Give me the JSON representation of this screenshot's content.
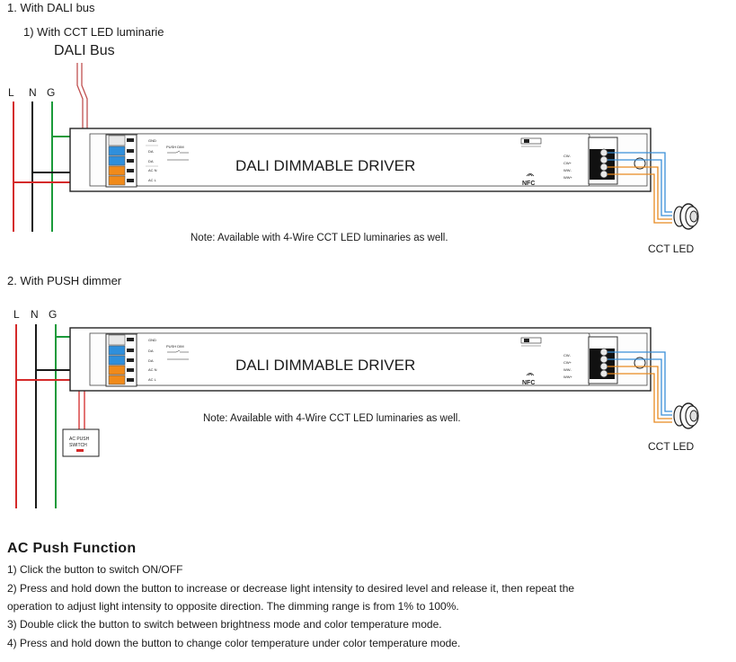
{
  "section1": {
    "heading": "1. With DALI bus",
    "subheading": "1) With CCT LED luminarie",
    "bus_label": "DALI Bus",
    "l_label": "L",
    "n_label": "N",
    "g_label": "G",
    "driver_label": "DALI DIMMABLE DRIVER",
    "note": "Note: Available with 4-Wire CCT LED luminaries as well.",
    "led_label": "CCT LED"
  },
  "section2": {
    "heading": "2. With PUSH dimmer",
    "l_label": "L",
    "n_label": "N",
    "g_label": "G",
    "driver_label": "DALI DIMMABLE DRIVER",
    "note": "Note: Available with 4-Wire CCT LED luminaries as well.",
    "led_label": "CCT LED",
    "switch_label_1": "AC PUSH",
    "switch_label_2": "SWITCH"
  },
  "driver": {
    "left_terminals": [
      "GND",
      "DA",
      "DA",
      "AC N",
      "AC L"
    ],
    "right_terminals": [
      "CW-",
      "CW+",
      "WW-",
      "WW+"
    ],
    "push_dim_label": "PUSH DIM",
    "nfc_label": "NFC"
  },
  "ac_push": {
    "title": "AC Push Function",
    "steps": [
      "1) Click the button to switch ON/OFF",
      "2) Press and hold down the button to increase or decrease light intensity to desired level and release it, then repeat the",
      "operation to adjust light intensity to opposite direction. The dimming range is from 1% to 100%.",
      "3) Double click the button to switch between brightness mode and color temperature mode.",
      "4) Press and hold down the button to change color temperature under color temperature mode."
    ]
  },
  "colors": {
    "live": "#d42a2a",
    "neutral": "#1a1a1a",
    "ground": "#1a9a3a",
    "bus": "#c05050",
    "terminal_white": "#e8e8e8",
    "terminal_blue": "#2f8fdc",
    "terminal_orange": "#f08a1a",
    "led_blue": "#3a8fd8",
    "led_orange": "#e88a20"
  }
}
